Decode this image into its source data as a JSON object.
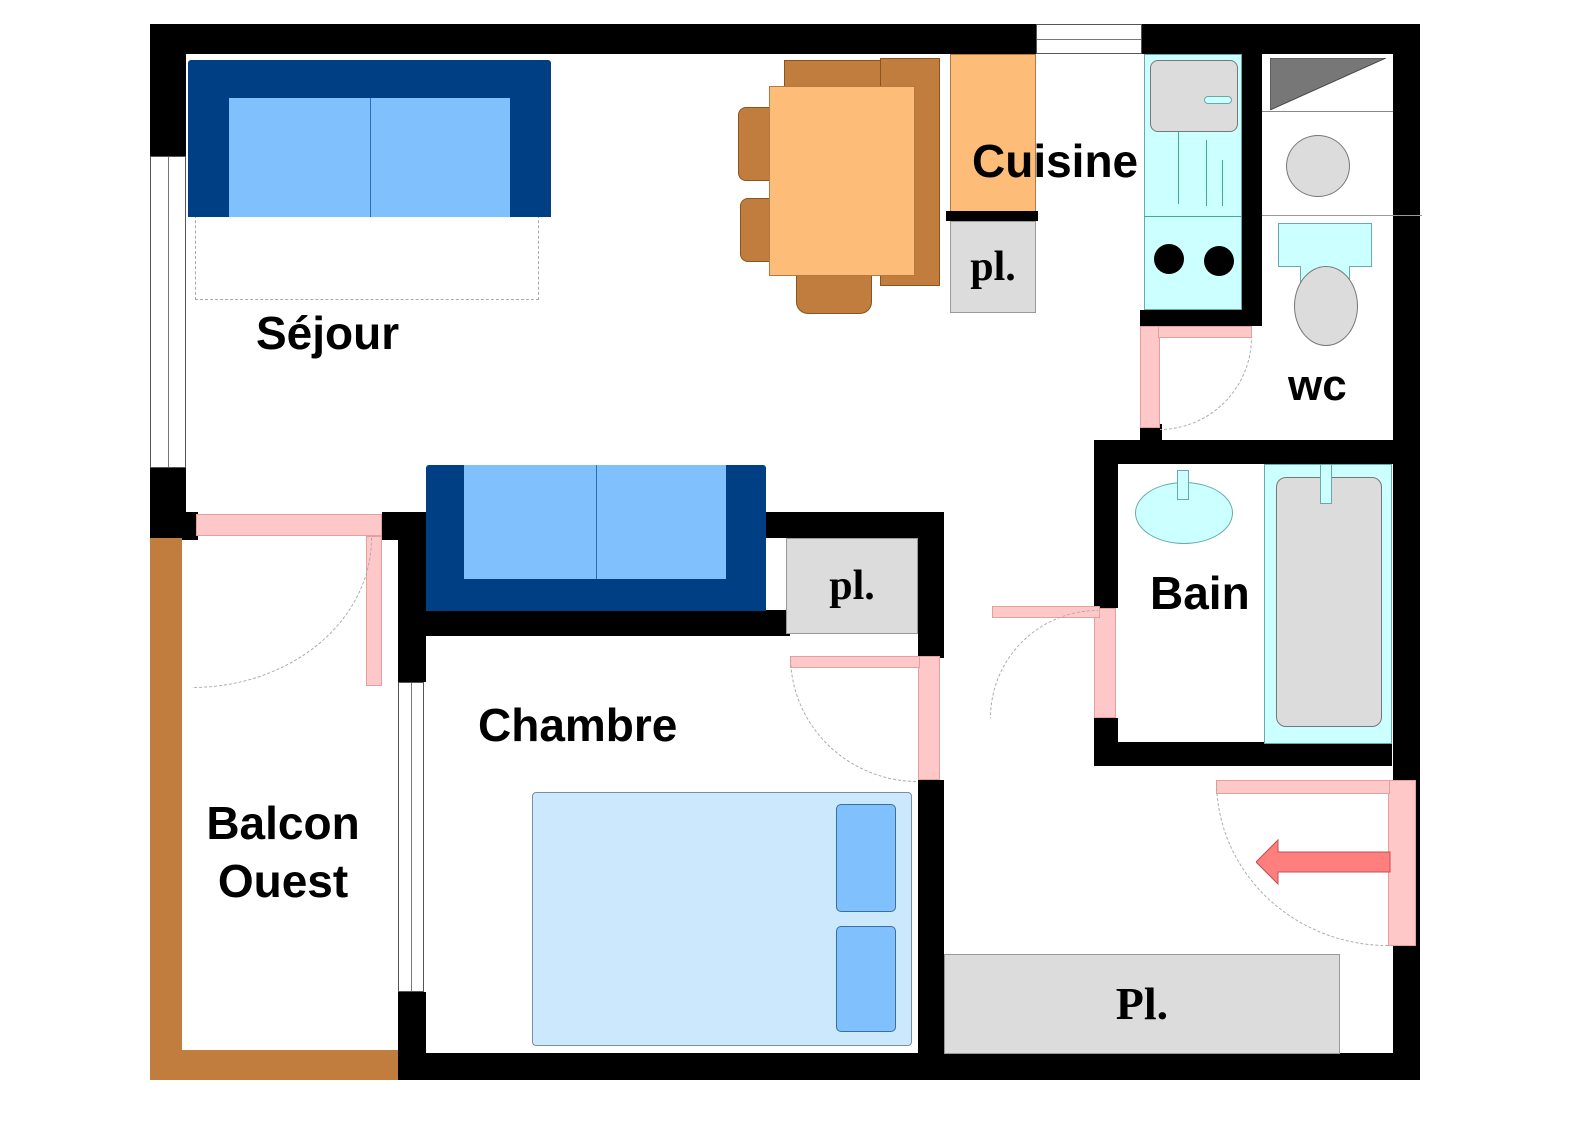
{
  "plan": {
    "rooms": {
      "sejour": "Séjour",
      "cuisine": "Cuisine",
      "wc": "wc",
      "bain": "Bain",
      "chambre": "Chambre",
      "balcon_line1": "Balcon",
      "balcon_line2": "Ouest"
    },
    "closets": {
      "kitchen": "pl.",
      "living": "pl.",
      "entrance": "Pl."
    },
    "colors": {
      "wall": "#000000",
      "sofa_dark": "#003f84",
      "sofa_light": "#80c0fc",
      "table": "#fdbc78",
      "chair": "#c17d3d",
      "door_leaf": "#ffc8c8",
      "fixture_cyan": "#ccffff",
      "closet_gray": "#dcdcdc",
      "bed": "#cce8fc",
      "entry_arrow": "#ff7f7f",
      "balcony_rail": "#c17d3d"
    },
    "entry_arrow": "left-arrow"
  }
}
